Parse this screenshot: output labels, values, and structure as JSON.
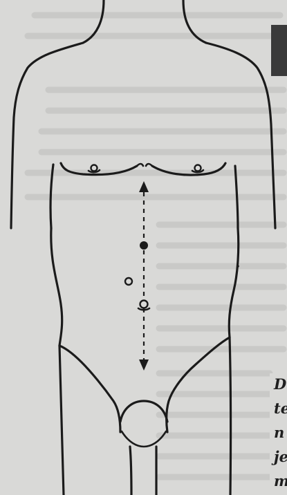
{
  "figure": {
    "caption_fragments": [
      "D",
      "te",
      "n",
      "je",
      "m"
    ],
    "markers": {
      "filled_dot": "filled-marker",
      "open_left": "open-marker",
      "open_lower": "open-marker"
    },
    "colors": {
      "ink": "#1b1b1b",
      "paper": "#d9d9d7",
      "corner_block": "#3a3a3a"
    }
  }
}
